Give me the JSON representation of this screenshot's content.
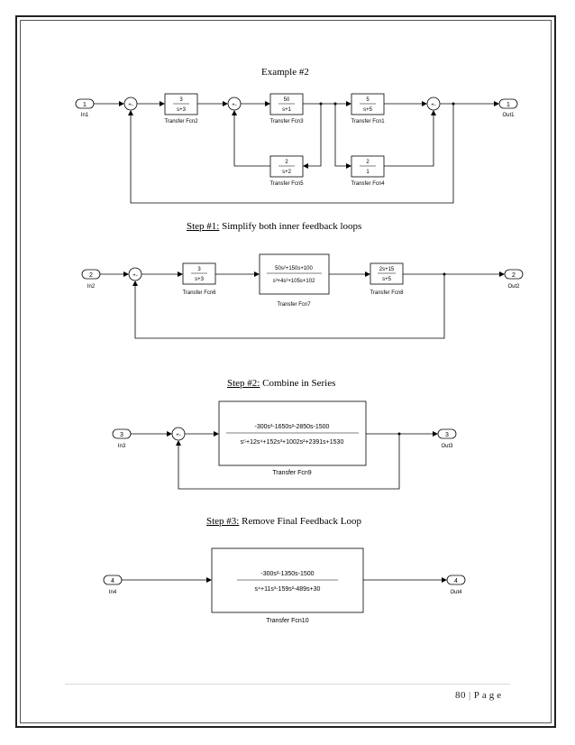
{
  "captions": {
    "example": "Example #2",
    "step1_label": "Step #1:",
    "step1_text": " Simplify both inner feedback loops",
    "step2_label": "Step #2:",
    "step2_text": " Combine in Series",
    "step3_label": "Step #3:",
    "step3_text": " Remove Final Feedback Loop"
  },
  "diagram1": {
    "in_port": "1",
    "in_label": "In1",
    "out_port": "1",
    "out_label": "Out1",
    "tf2": {
      "num": "3",
      "den": "s+3",
      "name": "Transfer Fcn2"
    },
    "tf3": {
      "num": "50",
      "den": "s+1",
      "name": "Transfer Fcn3"
    },
    "tf1": {
      "num": "5",
      "den": "s+5",
      "name": "Transfer Fcn1"
    },
    "tf5": {
      "num": "2",
      "den": "s+2",
      "name": "Transfer Fcn5"
    },
    "tf4": {
      "num": "2",
      "den": "1",
      "name": "Transfer Fcn4"
    }
  },
  "diagram2": {
    "in_port": "2",
    "in_label": "In2",
    "out_port": "2",
    "out_label": "Out2",
    "tf6": {
      "num": "3",
      "den": "s+3",
      "name": "Transfer Fcn6"
    },
    "tf7": {
      "num": "50s²+150s+100",
      "den": "s³+4s²+105s+102",
      "name": "Transfer Fcn7"
    },
    "tf8": {
      "num": "2s+15",
      "den": "s+5",
      "name": "Transfer Fcn8"
    }
  },
  "diagram3": {
    "in_port": "3",
    "in_label": "In3",
    "out_port": "3",
    "out_label": "Out3",
    "tf9": {
      "num": "-300s³-1650s²-2850s-1500",
      "den": "s⁵+12s⁴+152s³+1002s²+2391s+1530",
      "name": "Transfer Fcn9"
    }
  },
  "diagram4": {
    "in_port": "4",
    "in_label": "In4",
    "out_port": "4",
    "out_label": "Out4",
    "tf10": {
      "num": "-300s²-1350s-1500",
      "den": "s⁴+11s³-159s²-489s+30",
      "name": "Transfer Fcn10"
    }
  },
  "footer": {
    "page_number": "80",
    "separator": "|",
    "page_word": "Page"
  }
}
